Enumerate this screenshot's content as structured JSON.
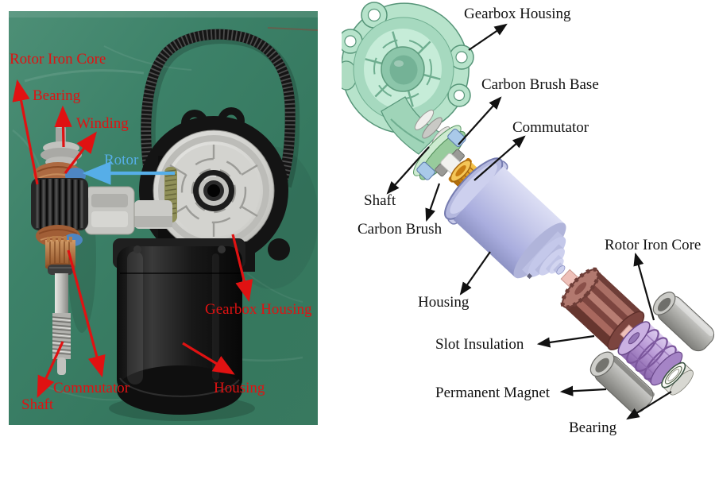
{
  "figure": {
    "description": "Two-panel figure of a worm-gear DC motor: labeled disassembly photograph (left) and CAD exploded-view diagram (right)",
    "left_panel": {
      "type": "photograph",
      "background": "green cutting mat",
      "label_color": "#e01212",
      "rotor_label_color": "#56aee8",
      "labels": [
        {
          "id": "rotor-iron-core",
          "text": "Rotor Iron Core"
        },
        {
          "id": "bearing",
          "text": "Bearing"
        },
        {
          "id": "winding",
          "text": "Winding"
        },
        {
          "id": "rotor",
          "text": "Rotor"
        },
        {
          "id": "commutator",
          "text": "Commutator"
        },
        {
          "id": "shaft",
          "text": "Shaft"
        },
        {
          "id": "gearbox-housing",
          "text": "Gearbox Housing"
        },
        {
          "id": "housing",
          "text": "Housing"
        }
      ]
    },
    "right_panel": {
      "type": "cad-exploded-view",
      "label_color": "#111111",
      "labels": [
        {
          "id": "gearbox-housing",
          "text": "Gearbox Housing"
        },
        {
          "id": "carbon-brush-base",
          "text": "Carbon Brush Base"
        },
        {
          "id": "commutator",
          "text": "Commutator"
        },
        {
          "id": "shaft",
          "text": "Shaft"
        },
        {
          "id": "carbon-brush",
          "text": "Carbon Brush"
        },
        {
          "id": "housing",
          "text": "Housing"
        },
        {
          "id": "slot-insulation",
          "text": "Slot Insulation"
        },
        {
          "id": "permanent-magnet",
          "text": "Permanent Magnet"
        },
        {
          "id": "rotor-iron-core",
          "text": "Rotor Iron Core"
        },
        {
          "id": "bearing",
          "text": "Bearing"
        }
      ],
      "part_colors": {
        "gearbox_housing": "#b7e3cb",
        "carbon_brush_base": "#98cb9c",
        "carbon_brush": "#a9c9e9",
        "commutator": "#e09a1a",
        "housing": "#bfc2e6",
        "shaft": "#eec0b8",
        "slot_insulation": "#95584f",
        "rotor_iron_core": "#bb9cd8",
        "permanent_magnet": "#a9a9a5",
        "bearing": "#f8f8f4"
      }
    }
  }
}
